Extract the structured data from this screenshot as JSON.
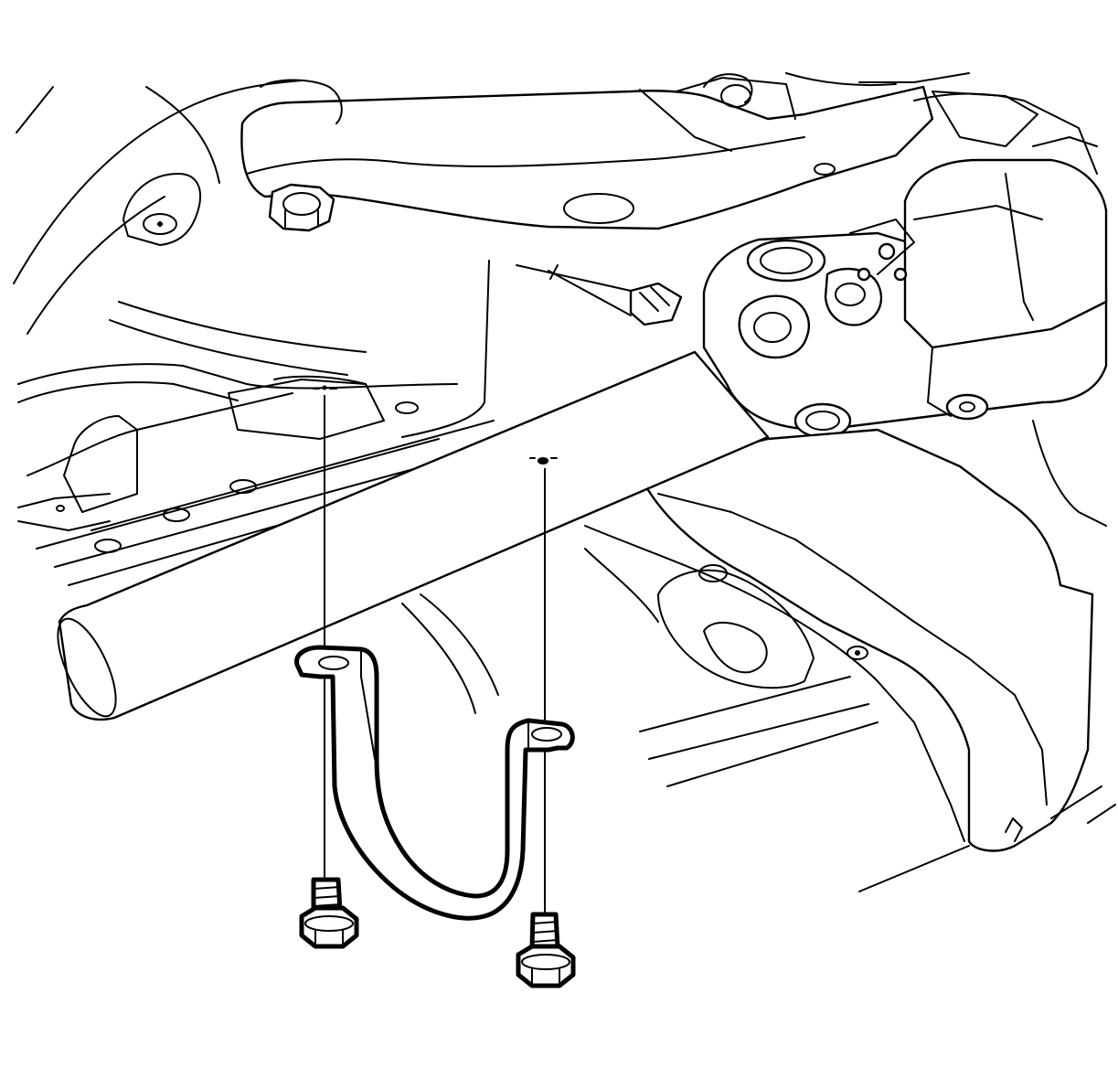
{
  "figure": {
    "labels": [],
    "parts": [
      "frame-crossmember",
      "driveshaft-tube",
      "rear-axle-differential",
      "exhaust-hanger-strap",
      "hanger-bolt-left",
      "hanger-bolt-right"
    ],
    "line_color": "#000000",
    "background": "#ffffff"
  }
}
